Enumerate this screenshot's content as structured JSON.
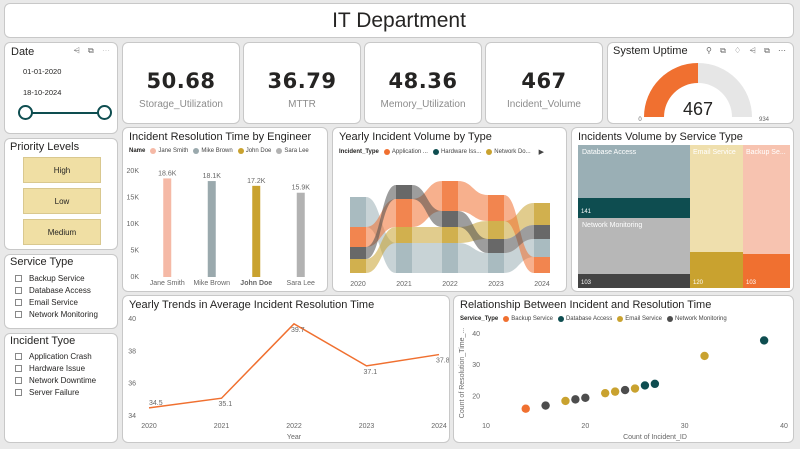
{
  "title": "IT Department",
  "date_slicer": {
    "label": "Date",
    "start": "01-01-2020",
    "end": "18-10-2024"
  },
  "kpis": [
    {
      "value": "50.68",
      "label": "Storage_Utilization"
    },
    {
      "value": "36.79",
      "label": "MTTR"
    },
    {
      "value": "48.36",
      "label": "Memory_Utilization"
    },
    {
      "value": "467",
      "label": "Incident_Volume"
    }
  ],
  "uptime": {
    "title": "System Uptime",
    "value": "467",
    "min": "0",
    "max": "934",
    "fraction": 0.5,
    "color": "#f07030"
  },
  "priority": {
    "label": "Priority Levels",
    "items": [
      "High",
      "Low",
      "Medium"
    ]
  },
  "service_type": {
    "label": "Service Type",
    "items": [
      "Backup Service",
      "Database Access",
      "Email Service",
      "Network Monitoring"
    ]
  },
  "incident_type": {
    "label": "Incident Tyoe",
    "items": [
      "Application Crash",
      "Hardware Issue",
      "Network Downtime",
      "Server Failure"
    ]
  },
  "resolution_by_engineer": {
    "title": "Incident Resolution Time by Engineer",
    "legend_title": "Name",
    "chart_data": {
      "type": "bar",
      "categories": [
        "Jane Smith",
        "Mike Brown",
        "John Doe",
        "Sara Lee"
      ],
      "values": [
        18600,
        18100,
        17200,
        15900
      ],
      "data_labels": [
        "18.6K",
        "18.1K",
        "17.2K",
        "15.9K"
      ],
      "colors": [
        "#f5b9a6",
        "#9aa9ad",
        "#c9a22f",
        "#b2b2b2"
      ],
      "yticks": [
        "0K",
        "5K",
        "10K",
        "15K",
        "20K"
      ],
      "ylim": [
        0,
        20000
      ],
      "highlight": "John Doe"
    }
  },
  "yearly_volume": {
    "title": "Yearly Incident Volume by Type",
    "legend_title": "Incident_Type",
    "legend": [
      {
        "name": "Application ...",
        "color": "#f07030"
      },
      {
        "name": "Hardware Iss...",
        "color": "#0e4d50"
      },
      {
        "name": "Network Do...",
        "color": "#c9a22f"
      }
    ],
    "chart_data": {
      "type": "area",
      "categories": [
        "2020",
        "2021",
        "2022",
        "2023",
        "2024"
      ]
    }
  },
  "service_volume": {
    "title": "Incidents Volume by Service Type",
    "chart_data": {
      "type": "treemap",
      "cells": [
        {
          "name": "Database Access",
          "value": 141
        },
        {
          "name": "Network Monitoring",
          "value": 103
        },
        {
          "name": "Email Service",
          "value": 120
        },
        {
          "name": "Backup Se...",
          "value": 103
        }
      ]
    }
  },
  "trend": {
    "title": "Yearly Trends in Average Incident Resolution Time",
    "chart_data": {
      "type": "line",
      "x": [
        "2020",
        "2021",
        "2022",
        "2023",
        "2024"
      ],
      "values": [
        34.5,
        35.1,
        39.7,
        37.1,
        37.8
      ],
      "data_labels": [
        "34.5",
        "35.1",
        "39.7",
        "37.1",
        "37.8"
      ],
      "yticks": [
        "34",
        "36",
        "38",
        "40"
      ],
      "ylim": [
        34,
        40
      ],
      "xlabel": "Year",
      "color": "#f07030"
    }
  },
  "scatter": {
    "title": "Relationship Between Incident and Resolution Time",
    "legend_title": "Service_Type",
    "legend": [
      {
        "name": "Backup Service",
        "color": "#f07030"
      },
      {
        "name": "Database Access",
        "color": "#0e4d50"
      },
      {
        "name": "Email Service",
        "color": "#c9a22f"
      },
      {
        "name": "Network Monitoring",
        "color": "#4d4d4d"
      }
    ],
    "chart_data": {
      "type": "scatter",
      "xlabel": "Count of Incident_ID",
      "ylabel": "Count of Resolution_Time_...",
      "xticks": [
        "10",
        "20",
        "30",
        "40"
      ],
      "yticks": [
        "20",
        "30",
        "40"
      ],
      "xlim": [
        10,
        40
      ],
      "ylim": [
        13,
        42
      ],
      "points": [
        {
          "x": 14,
          "y": 16,
          "color": "#f07030"
        },
        {
          "x": 16,
          "y": 17,
          "color": "#4d4d4d"
        },
        {
          "x": 18,
          "y": 18.5,
          "color": "#c9a22f"
        },
        {
          "x": 19,
          "y": 19,
          "color": "#4d4d4d"
        },
        {
          "x": 20,
          "y": 19.5,
          "color": "#4d4d4d"
        },
        {
          "x": 22,
          "y": 21,
          "color": "#c9a22f"
        },
        {
          "x": 23,
          "y": 21.5,
          "color": "#c9a22f"
        },
        {
          "x": 24,
          "y": 22,
          "color": "#4d4d4d"
        },
        {
          "x": 25,
          "y": 22.5,
          "color": "#c9a22f"
        },
        {
          "x": 26,
          "y": 23.5,
          "color": "#0e4d50"
        },
        {
          "x": 27,
          "y": 24,
          "color": "#0e4d50"
        },
        {
          "x": 32,
          "y": 33,
          "color": "#c9a22f"
        },
        {
          "x": 38,
          "y": 38,
          "color": "#0e4d50"
        }
      ]
    }
  }
}
